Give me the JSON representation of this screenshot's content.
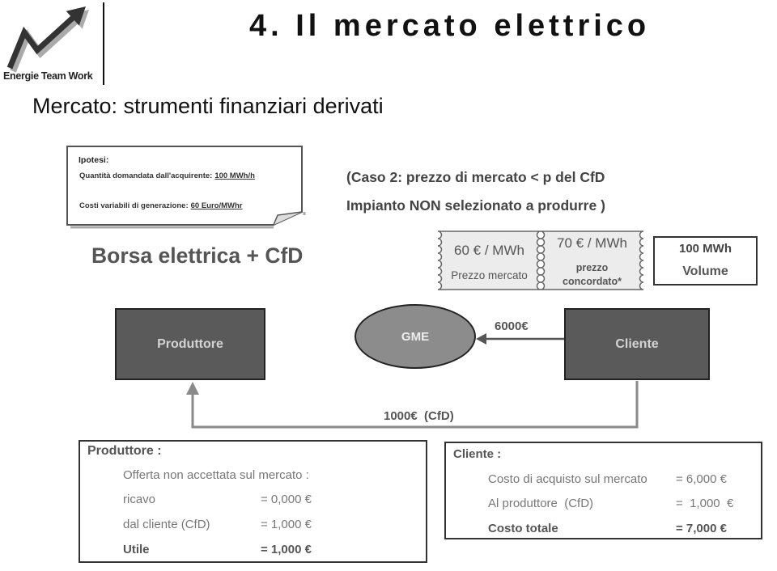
{
  "header": {
    "logo_text": "Energie Team Work",
    "title": "4. Il mercato elettrico",
    "subtitle": "Mercato: strumenti finanziari derivati"
  },
  "hypothesis": {
    "heading": "Ipotesi:",
    "lines": [
      {
        "label": "Quantità domandata dall'acquirente:",
        "value": "100 MWh/h"
      },
      {
        "label": "Costi variabili di generazione:",
        "value": "60 Euro/MWhr"
      }
    ]
  },
  "case": {
    "line1": "(Caso 2: prezzo di mercato < p del CfD",
    "line2": "Impianto NON selezionato a produrre )"
  },
  "section_title": "Borsa elettrica + CfD",
  "tickets": {
    "market": {
      "price": "60 € / MWh",
      "label": "Prezzo mercato"
    },
    "agreed": {
      "price": "70 € / MWh",
      "label_1": "prezzo",
      "label_2": "concordato*"
    },
    "volume": {
      "value": "100 MWh",
      "label": "Volume"
    }
  },
  "flow": {
    "producer": "Produttore",
    "exchange": "GME",
    "client": "Cliente",
    "payment_to_exchange": "6000€",
    "payment_cfd": "1000€  (CfD)"
  },
  "producer_summary": {
    "heading": "Produttore :",
    "note": "Offerta non accettata sul mercato :",
    "rows": [
      {
        "label": "ricavo",
        "value": "= 0,000 €"
      },
      {
        "label": "dal cliente (CfD)",
        "value": "= 1,000 €"
      },
      {
        "label": "Utile",
        "value": "= 1,000 €"
      }
    ]
  },
  "client_summary": {
    "heading": "Cliente :",
    "rows": [
      {
        "label": "Costo di acquisto sul mercato",
        "value": "= 6,000 €"
      },
      {
        "label": "Al produttore  (CfD)",
        "value": "=  1,000  €"
      },
      {
        "label": "Costo totale",
        "value": "= 7,000 €"
      }
    ]
  },
  "colors": {
    "box_dark": "#5a5a5a",
    "ellipse": "#8c8c8c",
    "ticket_fill": "#ececec",
    "text_gray": "#555555"
  }
}
